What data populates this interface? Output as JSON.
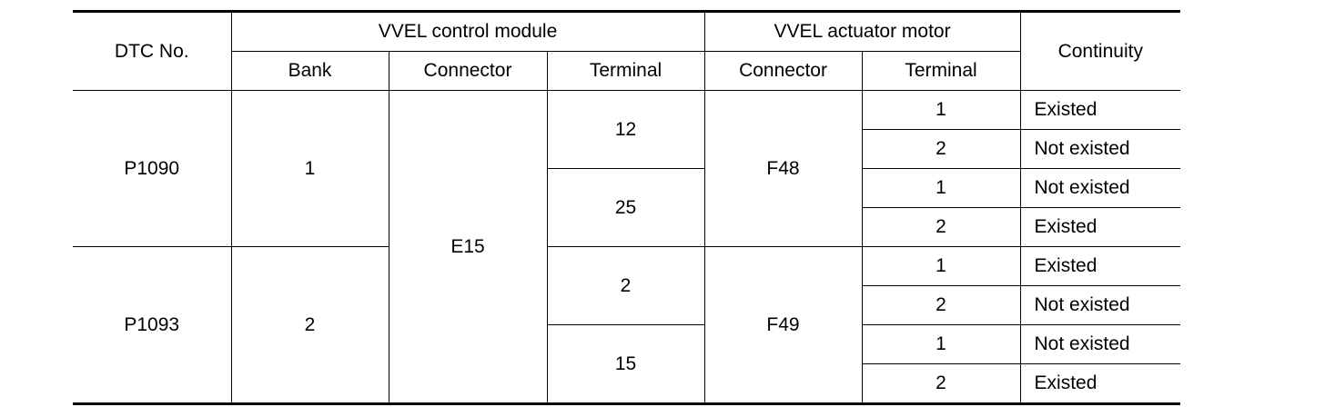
{
  "headers": {
    "dtc_no": "DTC No.",
    "control_module": "VVEL control module",
    "actuator_motor": "VVEL actuator motor",
    "continuity": "Continuity",
    "bank": "Bank",
    "cm_connector": "Connector",
    "cm_terminal": "Terminal",
    "am_connector": "Connector",
    "am_terminal": "Terminal"
  },
  "groups": [
    {
      "dtc": "P1090",
      "bank": "1",
      "motor_connector": "F48",
      "module_terminals": [
        {
          "terminal": "12",
          "motor_rows": [
            {
              "terminal": "1",
              "continuity": "Existed"
            },
            {
              "terminal": "2",
              "continuity": "Not existed"
            }
          ]
        },
        {
          "terminal": "25",
          "motor_rows": [
            {
              "terminal": "1",
              "continuity": "Not existed"
            },
            {
              "terminal": "2",
              "continuity": "Existed"
            }
          ]
        }
      ]
    },
    {
      "dtc": "P1093",
      "bank": "2",
      "motor_connector": "F49",
      "module_terminals": [
        {
          "terminal": "2",
          "motor_rows": [
            {
              "terminal": "1",
              "continuity": "Existed"
            },
            {
              "terminal": "2",
              "continuity": "Not existed"
            }
          ]
        },
        {
          "terminal": "15",
          "motor_rows": [
            {
              "terminal": "1",
              "continuity": "Not existed"
            },
            {
              "terminal": "2",
              "continuity": "Existed"
            }
          ]
        }
      ]
    }
  ],
  "module_connector": "E15"
}
